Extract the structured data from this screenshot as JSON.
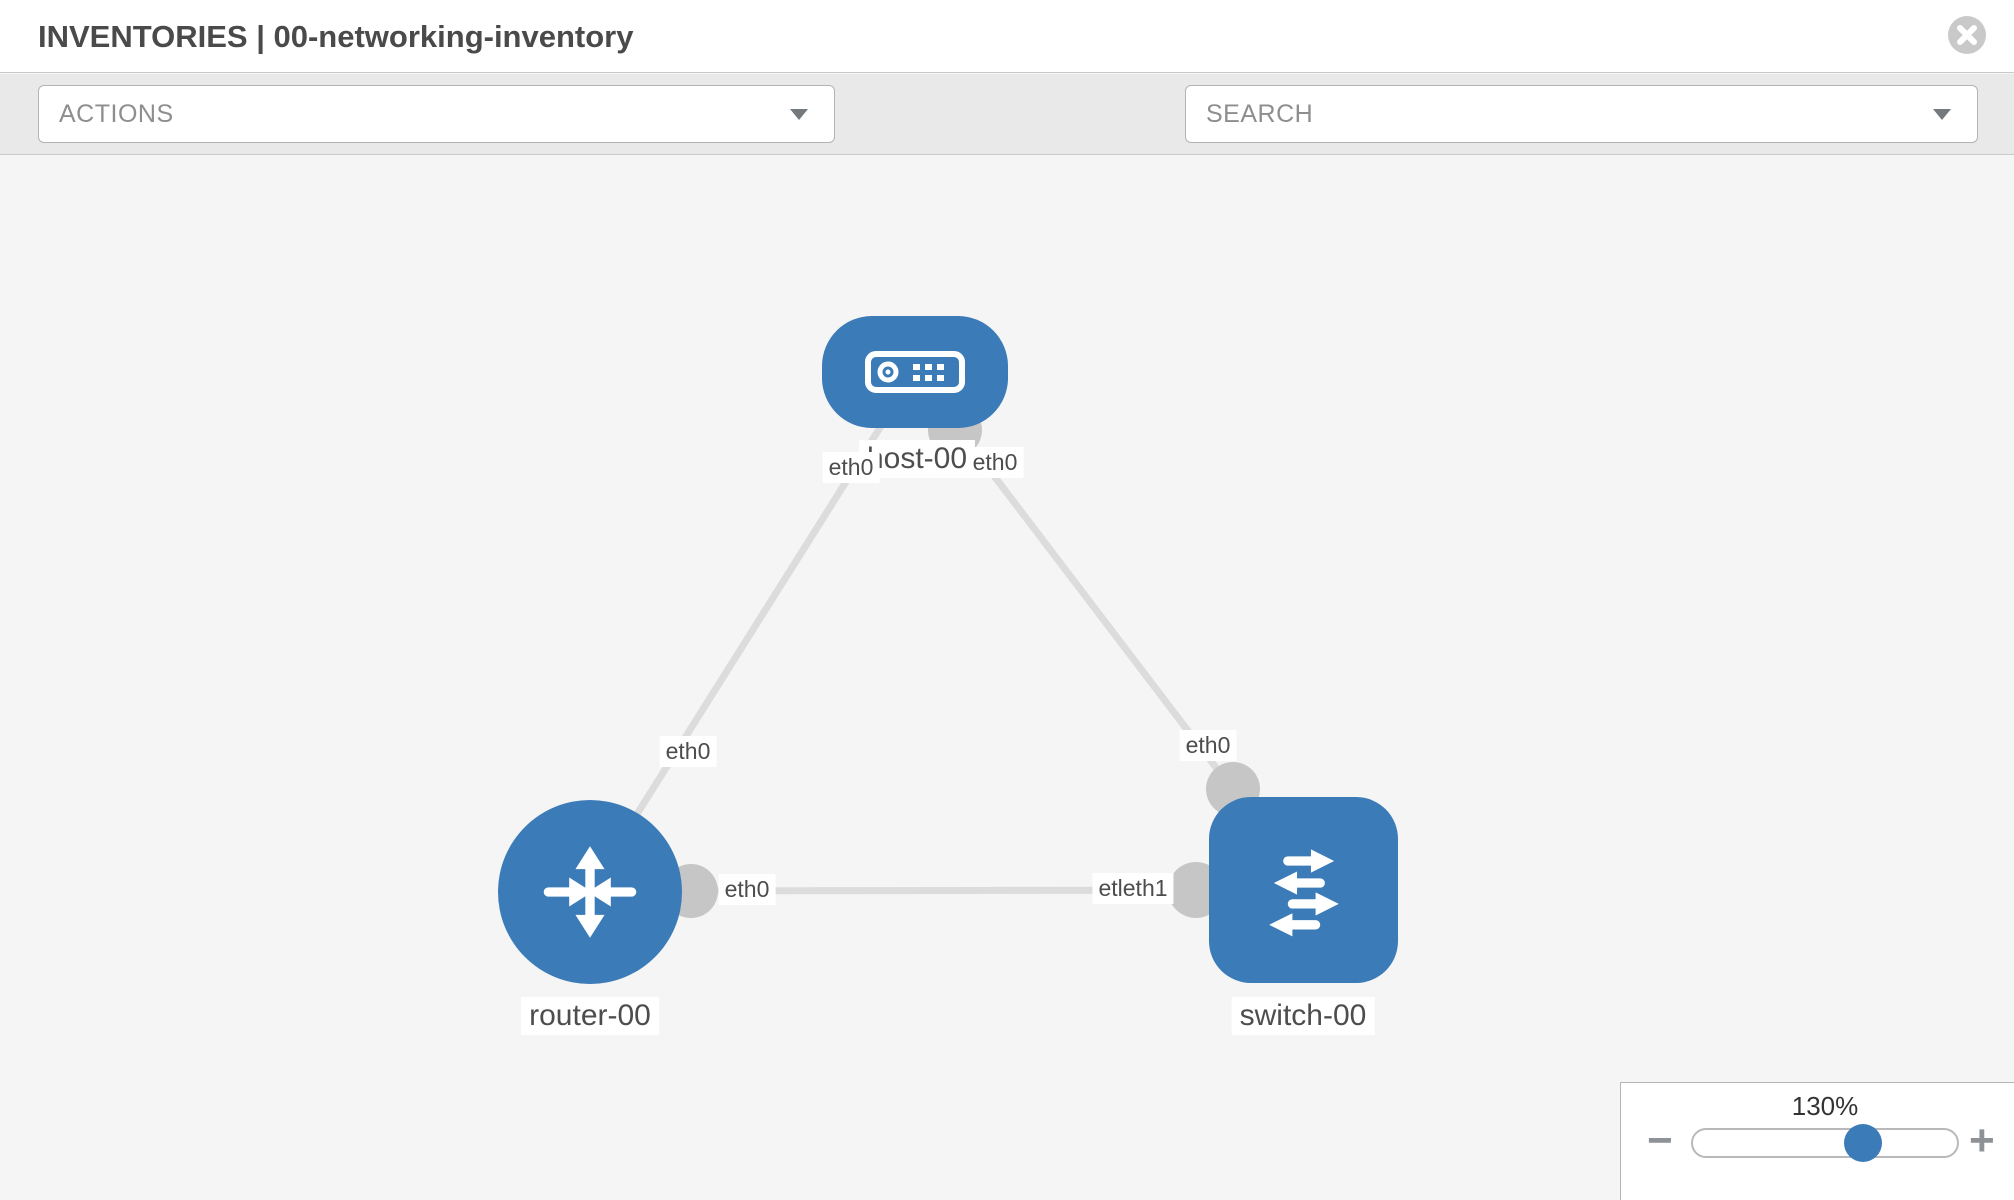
{
  "header": {
    "title": "INVENTORIES | 00-networking-inventory"
  },
  "toolbar": {
    "actions": {
      "label": "ACTIONS"
    },
    "search": {
      "label": "SEARCH"
    },
    "icons": [
      "wrench-icon",
      "key-icon"
    ]
  },
  "diagram": {
    "nodes": [
      {
        "label": "host-00",
        "type": "host"
      },
      {
        "label": "router-00",
        "type": "router"
      },
      {
        "label": "switch-00",
        "type": "switch"
      }
    ],
    "links": [
      {
        "from": "host-00",
        "to": "router-00",
        "from_label": "eth0",
        "to_label": "eth0"
      },
      {
        "from": "host-00",
        "to": "switch-00",
        "from_label": "eth0",
        "to_label": "eth0"
      },
      {
        "from": "router-00",
        "to": "switch-00",
        "from_label": "eth0",
        "to_label": "etleth1"
      }
    ]
  },
  "zoom_panel": {
    "level": "130%",
    "minus_label": "−",
    "plus_label": "+"
  },
  "colors": {
    "node_blue": "#3a7bb8",
    "link_gray": "#dcdcdc",
    "interface_gray": "#c6c6c6"
  }
}
